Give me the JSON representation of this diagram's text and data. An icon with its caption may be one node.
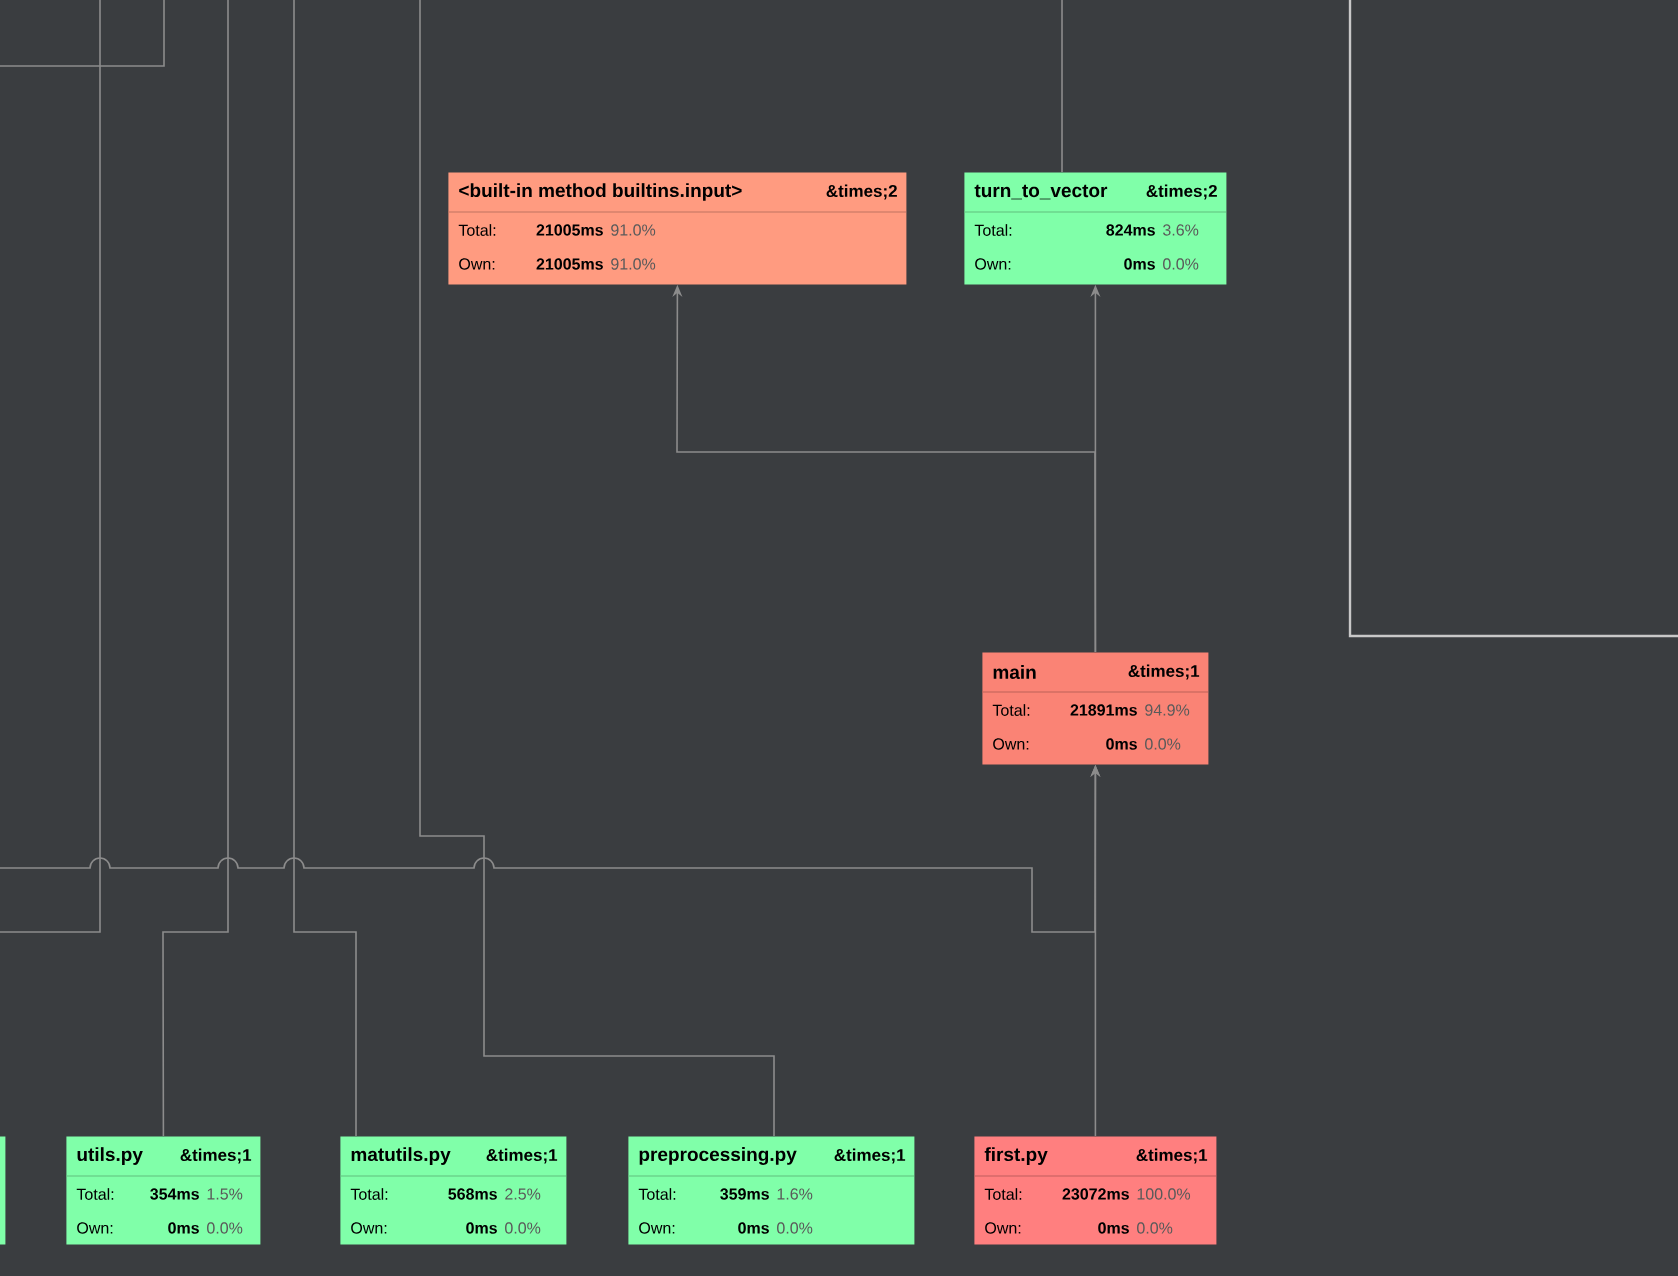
{
  "diagram": {
    "nodes": [
      {
        "text": [
          "<built-in method builtins.input>",
          "&times;2",
          "Total:",
          "21005ms",
          "91.0%",
          "Own:",
          "21005ms",
          "91.0%"
        ]
      },
      {
        "text": [
          "turn_to_vector",
          "&times;2",
          "Total:",
          "824ms",
          "3.6%",
          "Own:",
          "0ms",
          "0.0%"
        ]
      },
      {
        "text": [
          "main",
          "&times;1",
          "Total:",
          "21891ms",
          "94.9%",
          "Own:",
          "0ms",
          "0.0%"
        ]
      },
      {
        "text": [],
        "shape": "box"
      },
      {
        "text": [
          "utils.py",
          "&times;1",
          "Total:",
          "354ms",
          "1.5%",
          "Own:",
          "0ms",
          "0.0%"
        ]
      },
      {
        "text": [
          "matutils.py",
          "&times;1",
          "Total:",
          "568ms",
          "2.5%",
          "Own:",
          "0ms",
          "0.0%"
        ]
      },
      {
        "text": [
          "preprocessing.py",
          "&times;1",
          "Total:",
          "359ms",
          "1.6%",
          "Own:",
          "0ms",
          "0.0%"
        ]
      },
      {
        "text": [
          "first.py",
          "&times;1",
          "Total:",
          "23072ms",
          "100.0%",
          "Own:",
          "0ms",
          "0.0%"
        ]
      }
    ],
    "edges": [
      {
        "from": 2,
        "to": 0,
        "arrow": "to"
      },
      {
        "from": 2,
        "to": 1,
        "arrow": "to"
      },
      {
        "from": 1,
        "to": null,
        "arrow": "none"
      },
      {
        "from": 7,
        "to": 2,
        "arrow": "to"
      },
      {
        "from": null,
        "to": 2,
        "arrow": "to"
      },
      {
        "from": 4,
        "to": null,
        "arrow": "none"
      },
      {
        "from": 5,
        "to": null,
        "arrow": "none"
      },
      {
        "from": 6,
        "to": null,
        "arrow": "none"
      }
    ]
  }
}
